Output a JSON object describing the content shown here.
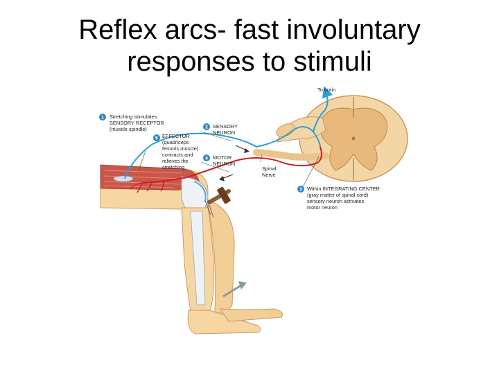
{
  "title": {
    "line1": "Reflex arcs- fast involuntary",
    "line2": "responses to stimuli"
  },
  "diagram": {
    "to_brain": "To brain",
    "step1": {
      "number": "1",
      "lines": [
        "Stretching stimulates",
        "SENSORY RECEPTOR",
        "(muscle spindle)"
      ]
    },
    "step2": {
      "number": "2",
      "lines": [
        "SENSORY",
        "NEURON"
      ]
    },
    "step3": {
      "number": "3",
      "lines": [
        "Within INTEGRATING CENTER",
        "(gray matter of spinal cord)",
        "sensory neuron activates",
        "motor neuron"
      ]
    },
    "step4": {
      "number": "4",
      "lines": [
        "MOTOR",
        "NEURON"
      ]
    },
    "step5": {
      "number": "5",
      "lines": [
        "EFFECTOR",
        "(quadriceps",
        "femoris muscle)",
        "contracts and",
        "relieves the",
        "stretching"
      ]
    },
    "spinal_nerve": [
      "Spinal",
      "Nerve"
    ],
    "colors": {
      "sensory": "#2a9fd6",
      "motor": "#d11f1f",
      "badge": "#2a87c7",
      "skin": "#f6d6a2",
      "muscle": "#c9574a",
      "bone": "#eef2f5"
    }
  }
}
